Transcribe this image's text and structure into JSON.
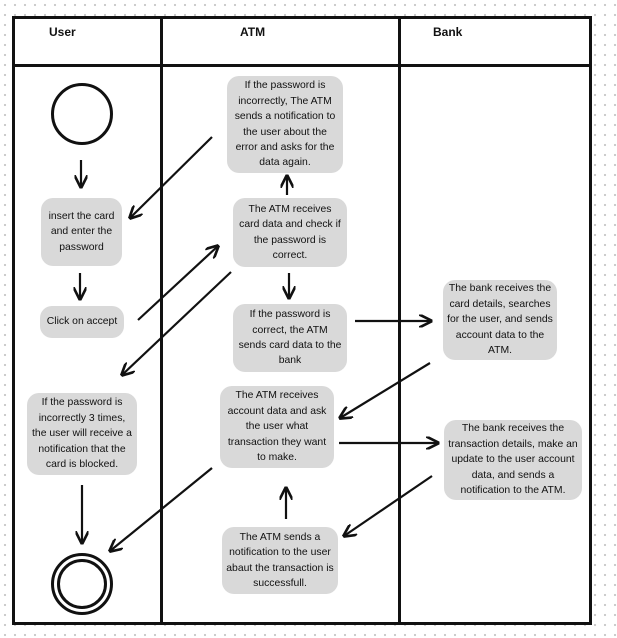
{
  "lanes": {
    "user": "User",
    "atm": "ATM",
    "bank": "Bank"
  },
  "nodes": {
    "insert_card": "insert the card and enter the password",
    "click_accept": "Click on accept",
    "blocked_notice": "If the password is incorrectly 3 times, the user will receive a notification that the card is blocked.",
    "atm_error_notice": "If the password is incorrectly, The ATM sends a notification to the user about the error and asks for the data again.",
    "atm_check": "The ATM receives card data and check if the password is correct.",
    "atm_send_card": "If the password is correct, the ATM sends card data to the bank",
    "atm_ask_transaction": "The ATM receives account data and ask the user what transaction they want to make.",
    "atm_success": "The ATM sends a notification to the user abaut the transaction is successfull.",
    "bank_search": "The bank receives the card details, searches for the user, and sends account data to the ATM.",
    "bank_update": "The bank receives the transaction details, make an update to the user account data, and sends a notification to the ATM."
  }
}
